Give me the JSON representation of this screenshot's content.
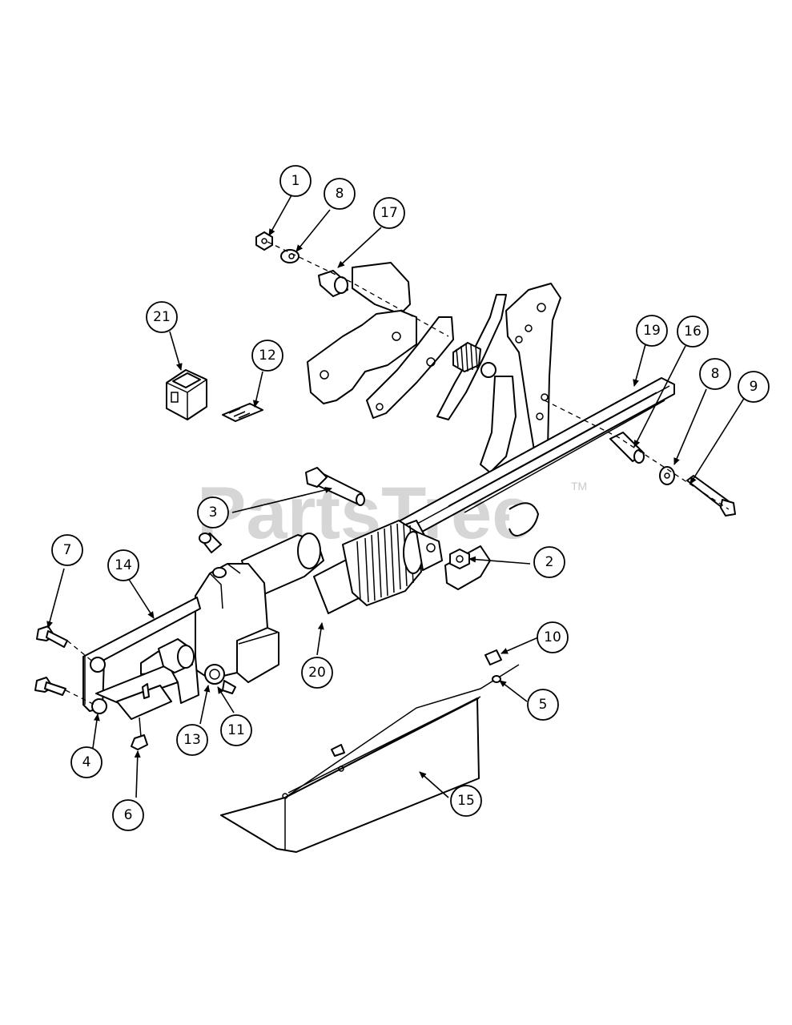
{
  "watermark": {
    "text": "PartsTree",
    "trademark": "TM"
  },
  "callouts": [
    {
      "label": "1"
    },
    {
      "label": "8"
    },
    {
      "label": "17"
    },
    {
      "label": "21"
    },
    {
      "label": "12"
    },
    {
      "label": "19"
    },
    {
      "label": "16"
    },
    {
      "label": "8"
    },
    {
      "label": "9"
    },
    {
      "label": "3"
    },
    {
      "label": "2"
    },
    {
      "label": "7"
    },
    {
      "label": "14"
    },
    {
      "label": "20"
    },
    {
      "label": "10"
    },
    {
      "label": "5"
    },
    {
      "label": "4"
    },
    {
      "label": "13"
    },
    {
      "label": "11"
    },
    {
      "label": "6"
    },
    {
      "label": "15"
    }
  ],
  "colors": {
    "line": "#000000",
    "background": "#ffffff",
    "watermark": "#d6d6d6"
  }
}
